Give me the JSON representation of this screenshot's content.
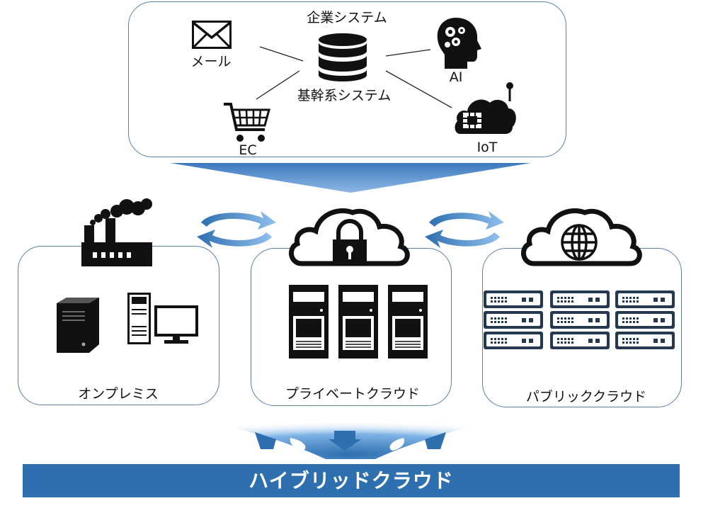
{
  "enterprise": {
    "title": "企業システム",
    "core": "基幹系システム",
    "mail": "メール",
    "ai": "AI",
    "ec": "EC",
    "iot": "IoT"
  },
  "environments": {
    "onpremise": "オンプレミス",
    "private_cloud": "プライベートクラウド",
    "public_cloud": "パブリッククラウド"
  },
  "banner": "ハイブリッドクラウド",
  "colors": {
    "accent_blue": "#2e6fb0",
    "arrow_blue": "#4a90d9",
    "border": "#5a7fa8"
  },
  "icons": [
    "mail-icon",
    "database-icon",
    "ai-head-icon",
    "shopping-cart-icon",
    "iot-cloud-icon",
    "factory-icon",
    "server-tower-icon",
    "desktop-computer-icon",
    "private-cloud-lock-icon",
    "public-cloud-globe-icon",
    "server-rack-icon",
    "rotation-arrows-icon",
    "down-arrow-icon"
  ]
}
